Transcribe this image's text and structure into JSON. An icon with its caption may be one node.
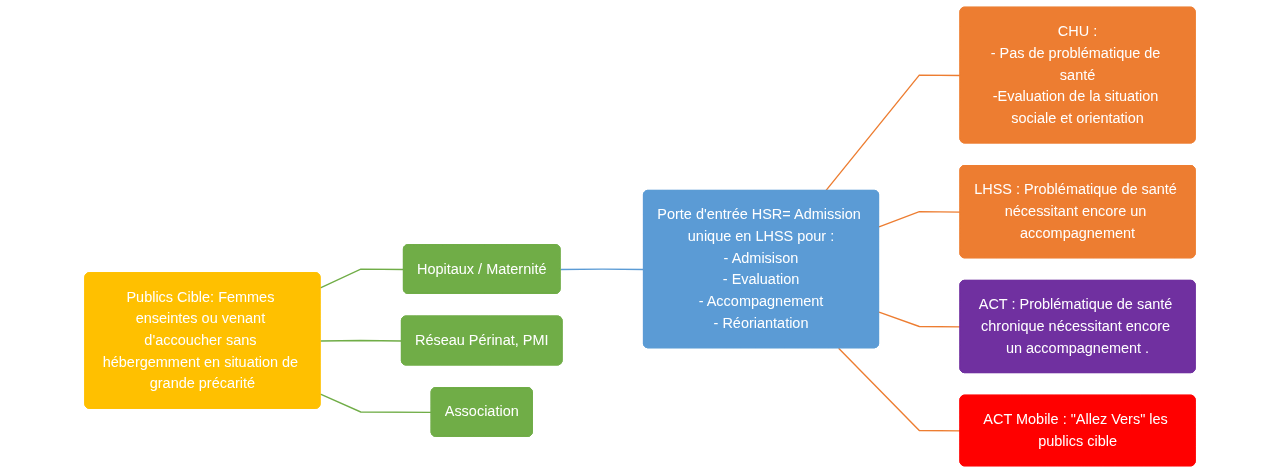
{
  "diagram": {
    "nodes": [
      {
        "text": [
          "Publics Cible: Femmes enseintes ou venant d'accoucher sans hébergemment en situation de grande précarité"
        ]
      },
      {
        "text": [
          "Hopitaux / Maternité"
        ]
      },
      {
        "text": [
          "Réseau Périnat, PMI"
        ]
      },
      {
        "text": [
          "Association"
        ]
      },
      {
        "text": [
          "Porte d'entrée HSR= Admission unique en LHSS pour :",
          "- Admisison",
          "- Evaluation",
          "- Accompagnement",
          "- Réoriantation"
        ]
      },
      {
        "text": [
          "CHU :",
          "- Pas de problématique de santé",
          "-Evaluation de la situation sociale et orientation"
        ]
      },
      {
        "text": [
          "LHSS : Problématique de santé nécessitant encore un accompagnement"
        ]
      },
      {
        "text": [
          "ACT : Problématique de santé chronique nécessitant encore un accompagnement ."
        ]
      },
      {
        "text": [
          "ACT Mobile : \"Allez Vers\" les publics cible"
        ]
      }
    ],
    "edges": [
      {
        "from": 0,
        "to": 1,
        "arrow": "none",
        "color": "#70ad47"
      },
      {
        "from": 0,
        "to": 2,
        "arrow": "none",
        "color": "#70ad47"
      },
      {
        "from": 0,
        "to": 3,
        "arrow": "none",
        "color": "#70ad47"
      },
      {
        "from": 1,
        "to": 4,
        "arrow": "none",
        "color": "#5b9bd5"
      },
      {
        "from": 4,
        "to": 5,
        "arrow": "none"
      },
      {
        "from": 4,
        "to": 6,
        "arrow": "none"
      },
      {
        "from": 4,
        "to": 7,
        "arrow": "none"
      },
      {
        "from": 4,
        "to": 8,
        "arrow": "none"
      }
    ]
  }
}
